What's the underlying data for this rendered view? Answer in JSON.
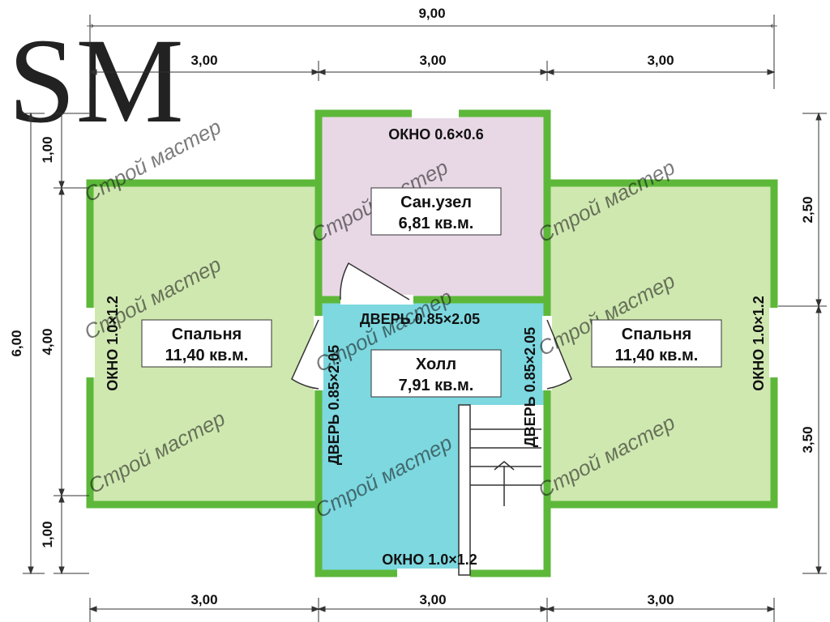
{
  "colors": {
    "wall": "#5db83a",
    "bedroom_fill": "#cfe8b0",
    "bathroom_fill": "#e8d8e6",
    "hall_fill": "#7dd8e0",
    "dimension_line": "#333333"
  },
  "logo": {
    "text": "SM",
    "icon": "monogram-logo"
  },
  "dimensions": {
    "top_total": "9,00",
    "top_segments": [
      "3,00",
      "3,00",
      "3,00"
    ],
    "bottom_segments": [
      "3,00",
      "3,00",
      "3,00"
    ],
    "left_total": "6,00",
    "left_segments": [
      "1,00",
      "4,00",
      "1,00"
    ],
    "right_segments": [
      "2,50",
      "3,50"
    ]
  },
  "rooms": {
    "bathroom": {
      "name": "Сан.узел",
      "area": "6,81 кв.м."
    },
    "hall": {
      "name": "Холл",
      "area": "7,91 кв.м."
    },
    "bedroom_left": {
      "name": "Спальня",
      "area": "11,40 кв.м."
    },
    "bedroom_right": {
      "name": "Спальня",
      "area": "11,40 кв.м."
    }
  },
  "labels": {
    "window_bathroom": "ОКНО 0.6×0.6",
    "door_bathroom": "ДВЕРЬ 0.85×2.05",
    "door_left": "ДВЕРЬ 0.85×2.05",
    "door_right": "ДВЕРЬ 0.85×2.05",
    "window_left": "ОКНО 1.0×1.2",
    "window_right": "ОКНО 1.0×1.2",
    "window_bottom": "ОКНО 1.0×1.2"
  },
  "watermark": "Строй мастер"
}
